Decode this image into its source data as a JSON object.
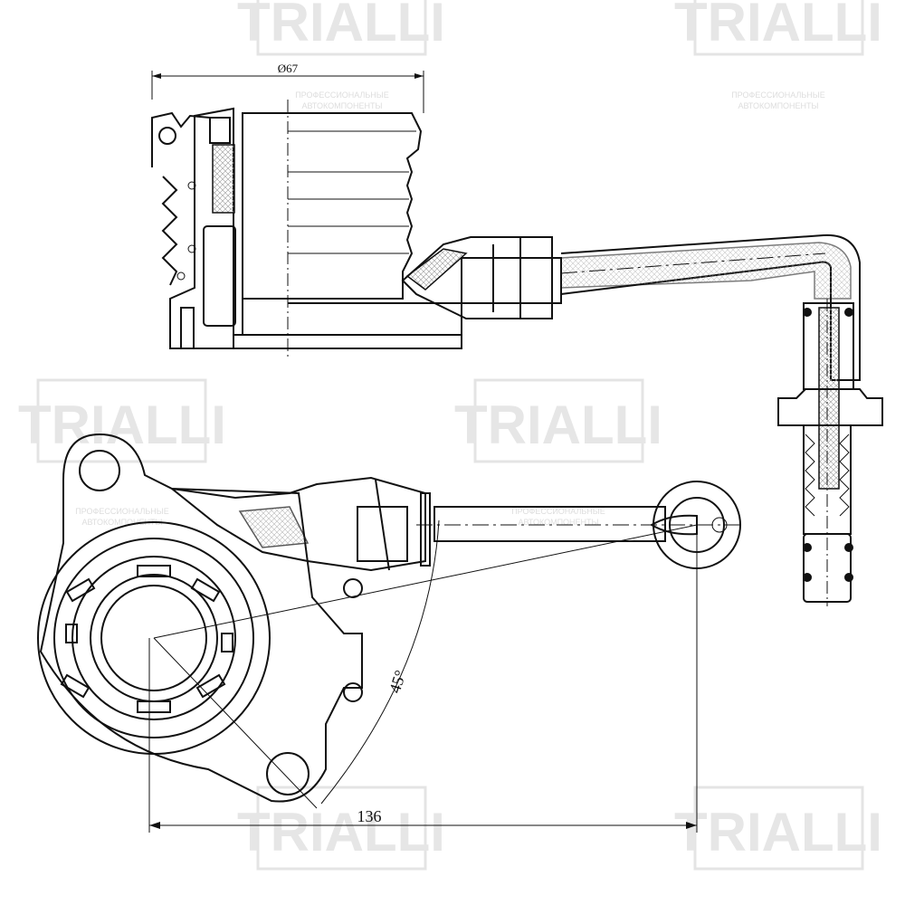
{
  "watermark": {
    "brand": "TRIALLI",
    "sub_line1": "ПРОФЕССИОНАЛЬНЫЕ",
    "sub_line2": "АВТОКОМПОНЕНТЫ"
  },
  "dimensions": {
    "diameter_label": "Ø67",
    "angle_label": "45°",
    "length_label": "136"
  },
  "colors": {
    "line": "#111111",
    "watermark": "#e4e4e4"
  }
}
